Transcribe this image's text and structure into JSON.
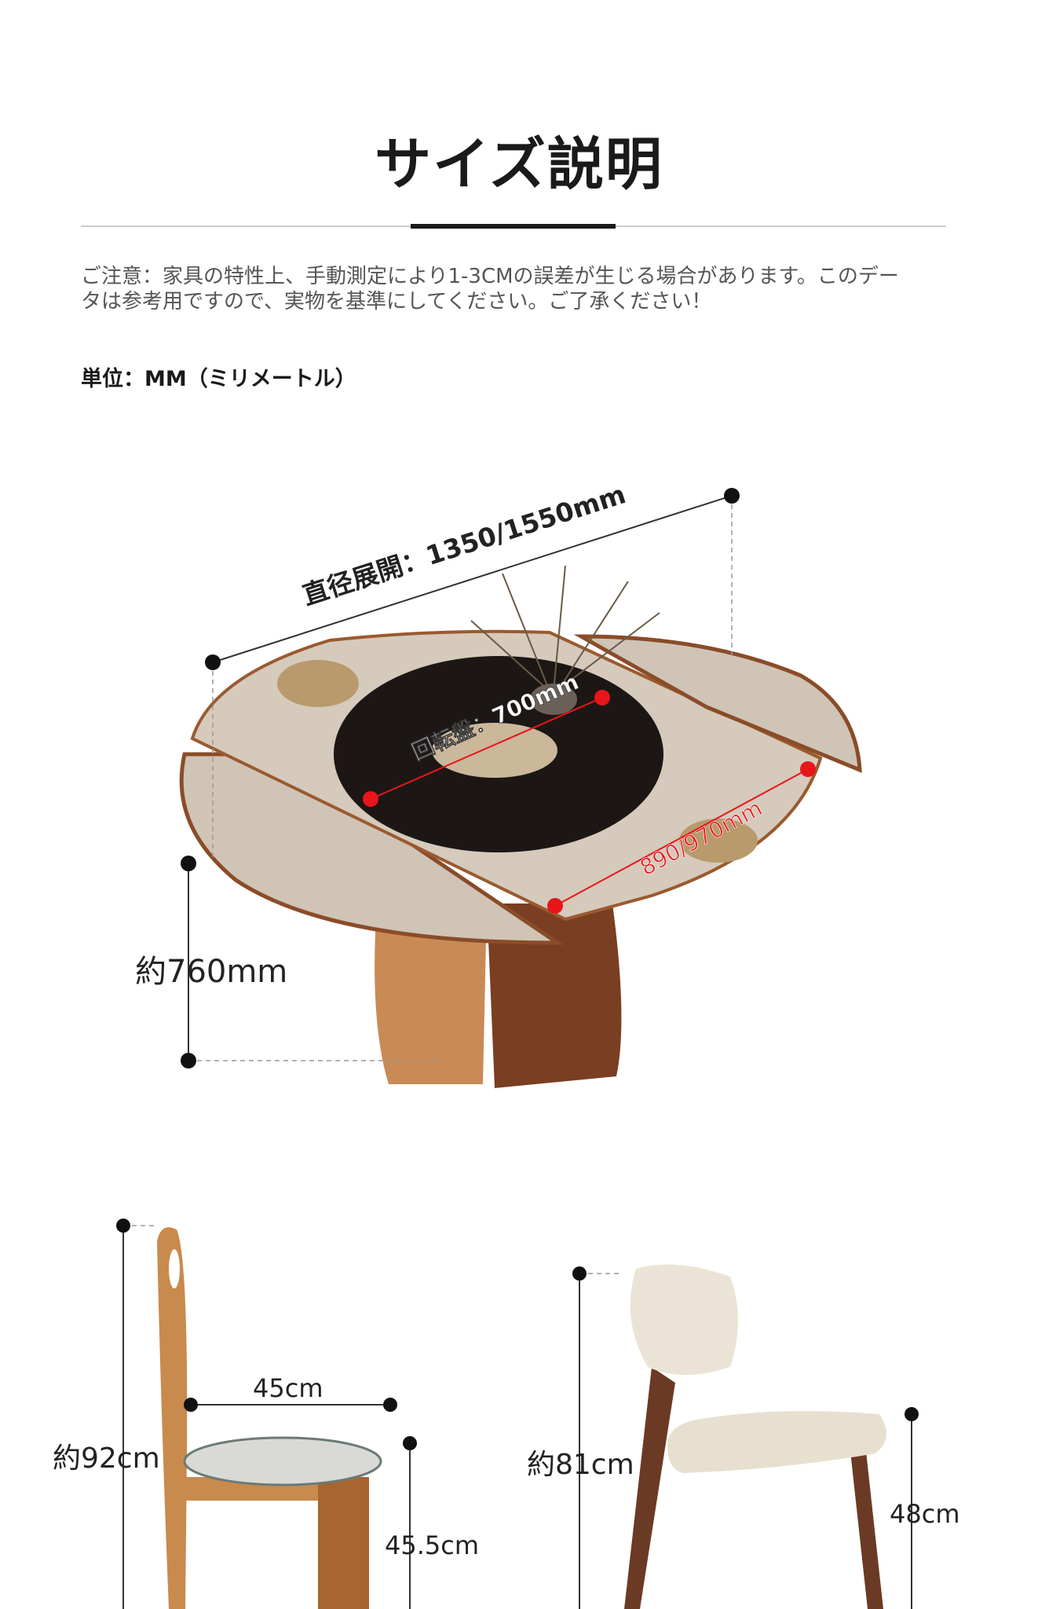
{
  "header": {
    "title": "サイズ説明"
  },
  "notice": {
    "text": "ご注意：家具の特性上、手動測定により1-3CMの誤差が生じる場合があります。このデータは参考用ですので、実物を基準にしてください。ご了承ください！",
    "unit": "単位：MM（ミリメートル）"
  },
  "table": {
    "diameter_label": "直径展開：1350/1550mm",
    "turntable_label": "回転盤：700mm",
    "width_label": "890/970mm",
    "height_label": "約760mm"
  },
  "chair1": {
    "height_label": "約92cm",
    "width_label": "45cm",
    "seat_height_label": "45.5cm"
  },
  "chair2": {
    "height_label": "約81cm",
    "seat_height_label": "48cm"
  },
  "colors": {
    "accent_red": "#e8151b",
    "text_dark": "#1a1a1a",
    "wood": "#b7703c",
    "stone": "#d3c8ba"
  }
}
